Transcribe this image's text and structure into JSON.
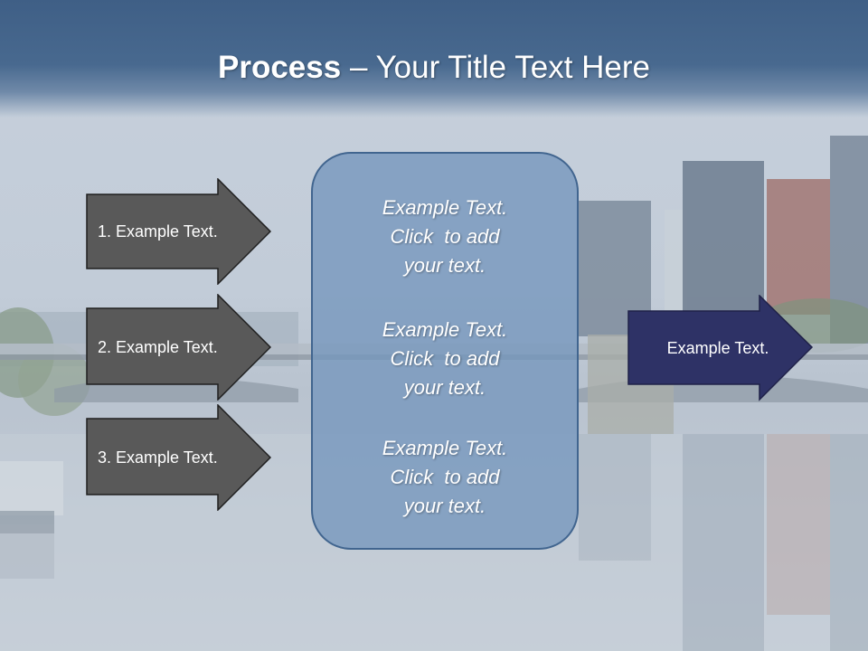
{
  "title": {
    "bold": "Process",
    "rest": " – Your Title Text Here"
  },
  "input_arrows": [
    {
      "label": "1. Example Text."
    },
    {
      "label": "2. Example Text."
    },
    {
      "label": "3. Example Text."
    }
  ],
  "center_box": {
    "blocks": [
      {
        "lines": [
          "Example Text.",
          "Click  to add",
          "your text."
        ]
      },
      {
        "lines": [
          "Example Text.",
          "Click  to add",
          "your text."
        ]
      },
      {
        "lines": [
          "Example Text.",
          "Click  to add",
          "your text."
        ]
      }
    ]
  },
  "output_arrow": {
    "label": "Example Text."
  },
  "colors": {
    "title_band": "#48698f",
    "input_arrow_fill": "#595959",
    "input_arrow_stroke": "#1f1f1f",
    "output_arrow_fill": "#2e3266",
    "output_arrow_stroke": "#1f2148",
    "center_box_fill": "#7496bc",
    "center_box_border": "#41658f"
  }
}
